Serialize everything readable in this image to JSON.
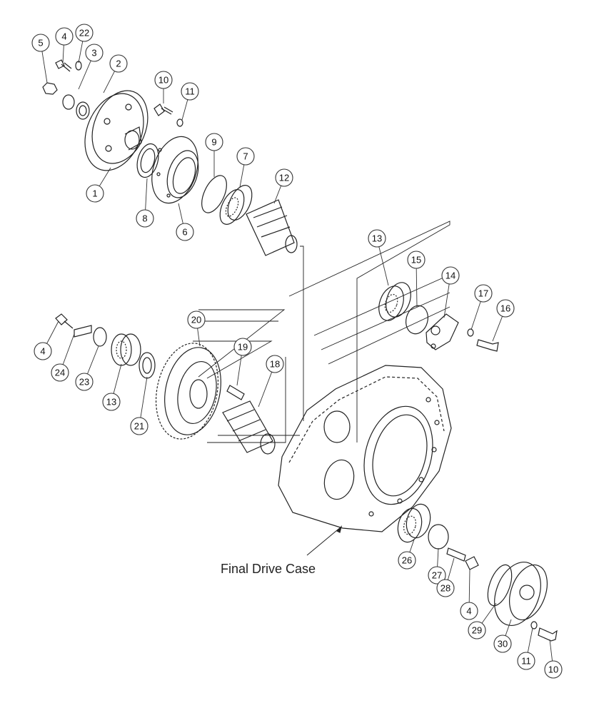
{
  "caption": "Final Drive Case",
  "part_labels": [
    "1",
    "2",
    "3",
    "4",
    "5",
    "22",
    "10",
    "11",
    "9",
    "7",
    "12",
    "8",
    "6",
    "13",
    "15",
    "14",
    "17",
    "16",
    "20",
    "19",
    "18",
    "4",
    "24",
    "23",
    "13",
    "21",
    "26",
    "27",
    "28",
    "4",
    "29",
    "30",
    "11",
    "10"
  ],
  "colors": {
    "ink": "#222222",
    "callout_ring": "#333333",
    "callout_fill": "#ffffff"
  }
}
